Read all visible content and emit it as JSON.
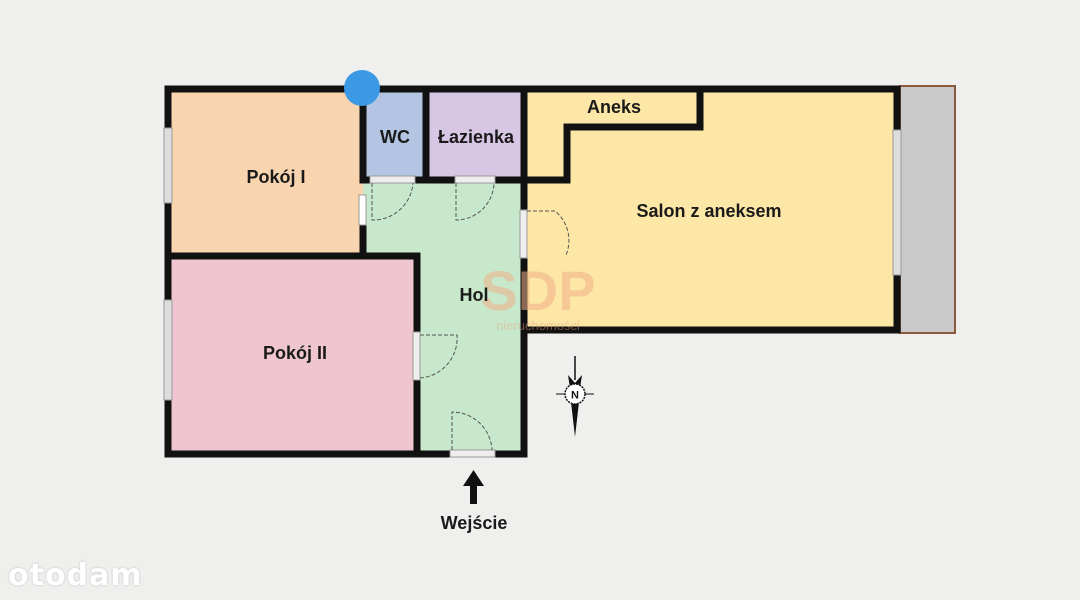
{
  "rooms": {
    "pokoj1": "Pokój I",
    "wc": "WC",
    "lazienka": "Łazienka",
    "aneks": "Aneks",
    "salon": "Salon z aneksem",
    "hol": "Hol",
    "pokoj2": "Pokój II"
  },
  "entrance_label": "Wejście",
  "compass_label": "N",
  "watermark": {
    "brand": "SDP",
    "sub": "nieruchomości"
  },
  "logo": "otodam",
  "colors": {
    "marker": "#3b99e6"
  }
}
